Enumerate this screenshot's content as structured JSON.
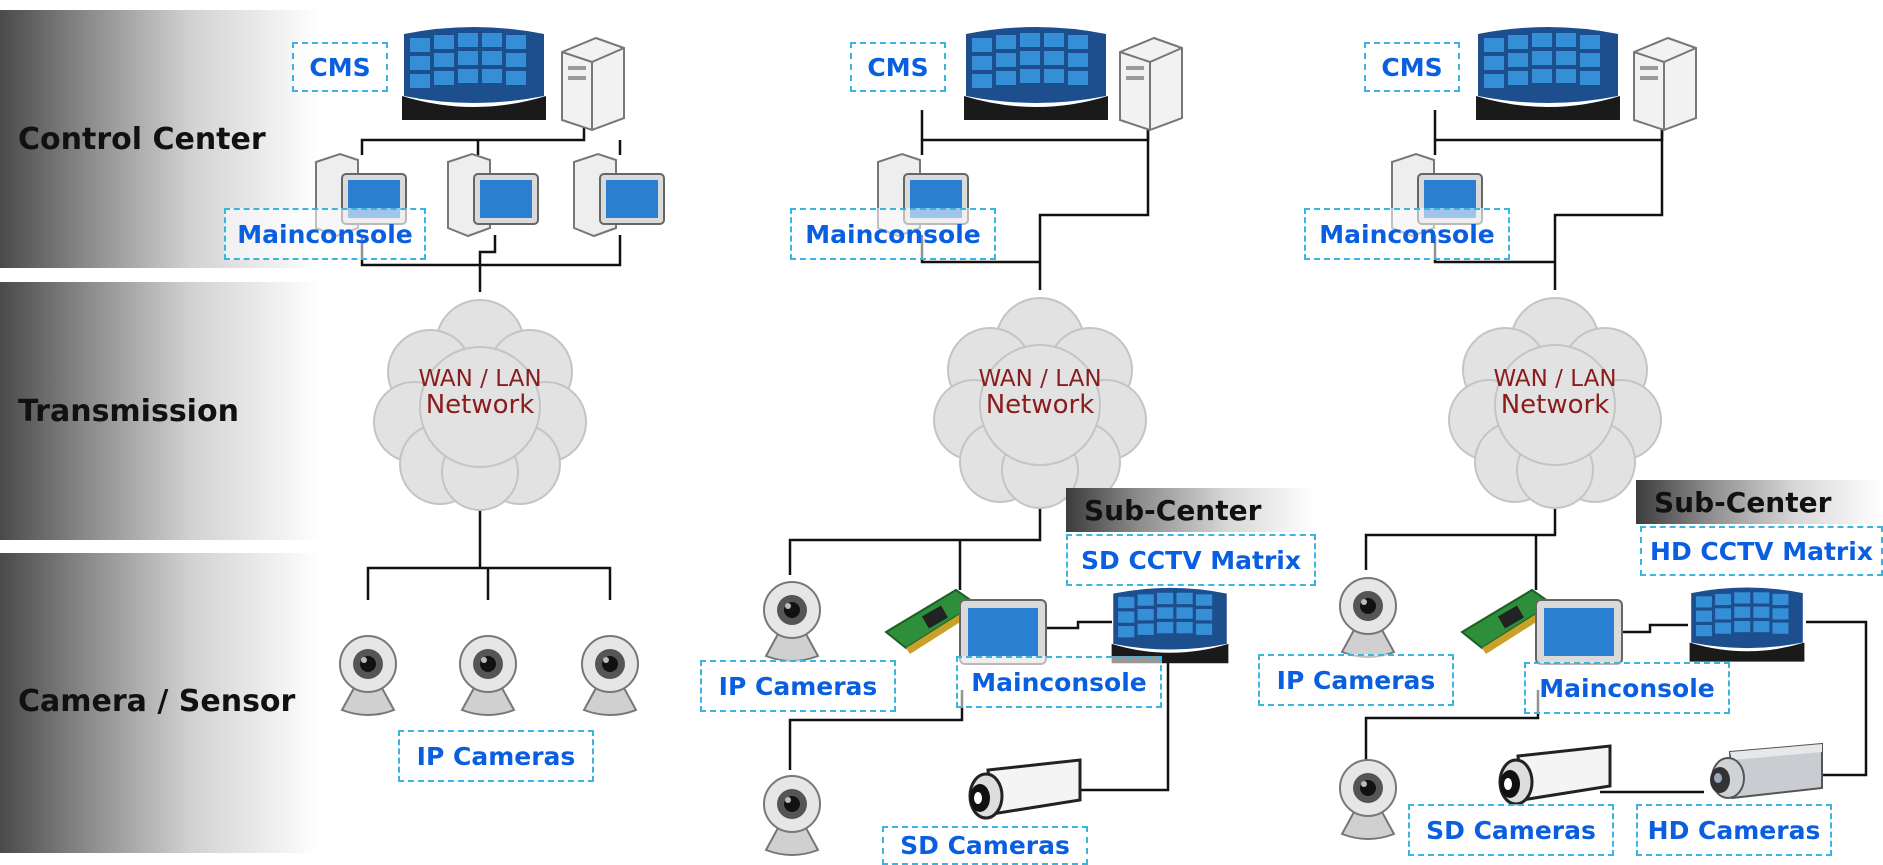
{
  "tiers": [
    "Control Center",
    "Transmission",
    "Camera / Sensor"
  ],
  "network": {
    "line1": "WAN / LAN",
    "line2": "Network"
  },
  "labels": {
    "cms": "CMS",
    "mainconsole": "Mainconsole",
    "ip_cameras": "IP Cameras",
    "sd_cameras": "SD Cameras",
    "hd_cameras": "HD Cameras",
    "sub_center": "Sub-Center",
    "sd_matrix": "SD CCTV Matrix",
    "hd_matrix": "HD CCTV Matrix"
  },
  "colors": {
    "label_text": "#0a5ee0",
    "label_border": "#3ab4e0",
    "network_text": "#8a1c1c",
    "wire": "#111111"
  },
  "icons": [
    "video-wall-icon",
    "server-tower-icon",
    "workstation-icon",
    "network-cloud-icon",
    "ip-camera-icon",
    "capture-card-icon",
    "box-camera-icon",
    "hd-box-camera-icon"
  ]
}
